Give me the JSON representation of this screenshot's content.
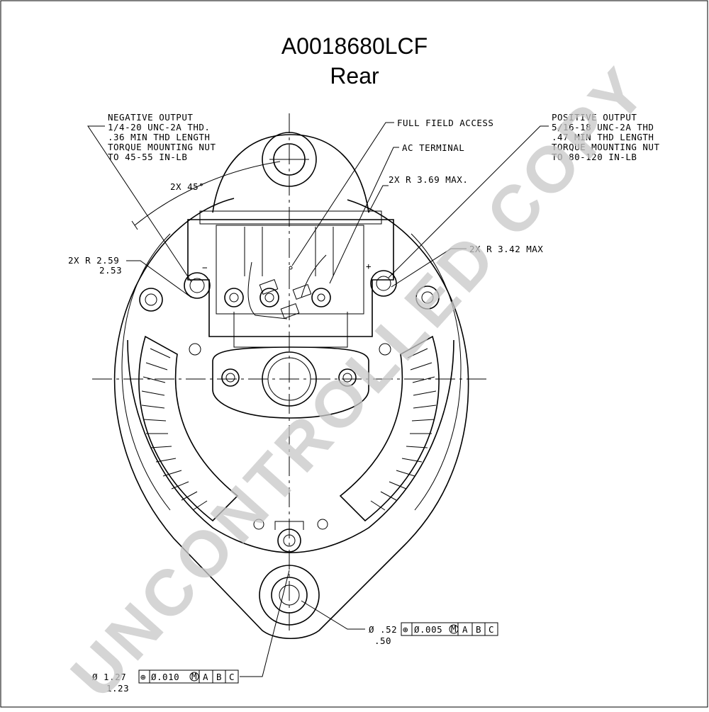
{
  "header": {
    "part_number": "A0018680LCF",
    "view": "Rear"
  },
  "watermark": "UNCONTROLLED COPY",
  "callouts": {
    "negative_output": [
      "NEGATIVE OUTPUT",
      "1/4-20 UNC-2A THD.",
      ".36 MIN THD LENGTH",
      "TORQUE MOUNTING NUT",
      "TO 45-55 IN-LB"
    ],
    "full_field_access": "FULL FIELD ACCESS",
    "ac_terminal": "AC TERMINAL",
    "radius_max_top": "2X R 3.69 MAX.",
    "positive_output": [
      "POSITIVE OUTPUT",
      "5/16-18 UNC-2A THD",
      ".47 MIN THD LENGTH",
      "TORQUE MOUNTING NUT",
      "TO 80-120 IN-LB"
    ],
    "angle": "2X 45°",
    "radius_left_upper": "2X R 2.59",
    "radius_left_lower": "2.53",
    "radius_right": "2X R 3.42 MAX",
    "negative_sign": "−",
    "positive_sign": "+"
  },
  "tolerances": {
    "small_bore": {
      "diameter_upper": "Ø .52",
      "diameter_lower": ".50",
      "frame_cells": [
        "⊕",
        "Ø.005",
        "M",
        "A",
        "B",
        "C"
      ]
    },
    "large_bore": {
      "diameter_upper": "Ø 1.27",
      "diameter_lower": "1.23",
      "frame_cells": [
        "⊕",
        "Ø.010",
        "M",
        "A",
        "B",
        "C"
      ]
    }
  }
}
